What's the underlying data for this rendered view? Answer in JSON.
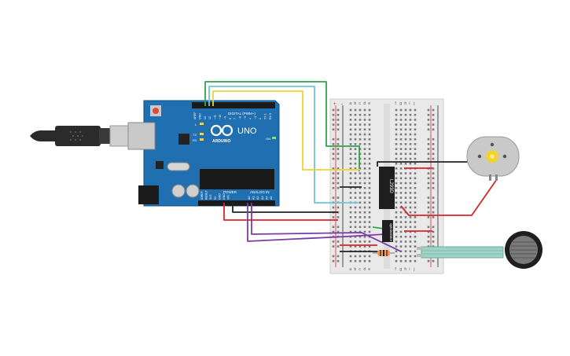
{
  "arduino": {
    "board_name": "UNO",
    "brand": "ARDUINO",
    "digital_header": "DIGITAL (PWM~)",
    "power_header": "POWER",
    "analog_header": "ANALOG IN",
    "top_pins": [
      "AREF",
      "GND",
      "13",
      "12",
      "~11",
      "~10",
      "~9",
      "8",
      "7",
      "~6",
      "~5",
      "4",
      "~3",
      "2",
      "TX 1",
      "RX 0"
    ],
    "power_pins": [
      "IOREF",
      "RESET",
      "3V3",
      "5V",
      "GND",
      "GND",
      "VIN"
    ],
    "analog_pins": [
      "A0",
      "A1",
      "A2",
      "A3",
      "A4",
      "A5"
    ],
    "led_labels": [
      "L",
      "TX",
      "RX"
    ],
    "on_label": "ON"
  },
  "breadboard": {
    "col_letters_left": [
      "a",
      "b",
      "c",
      "d",
      "e"
    ],
    "col_letters_right": [
      "f",
      "g",
      "h",
      "i",
      "j"
    ],
    "rail_plus": "+",
    "rail_minus": "-"
  },
  "components": {
    "motor_driver_label": "L293D",
    "optocoupler_label": "optoisolator"
  },
  "colors": {
    "board": "#1f6fb1",
    "breadboard": "#e9e9e9",
    "wire_green": "#2ea44f",
    "wire_cyan": "#6cc7d4",
    "wire_yellow": "#f2d22e",
    "wire_red": "#d9262a",
    "wire_black": "#222222",
    "wire_purple": "#7c3aa6"
  }
}
